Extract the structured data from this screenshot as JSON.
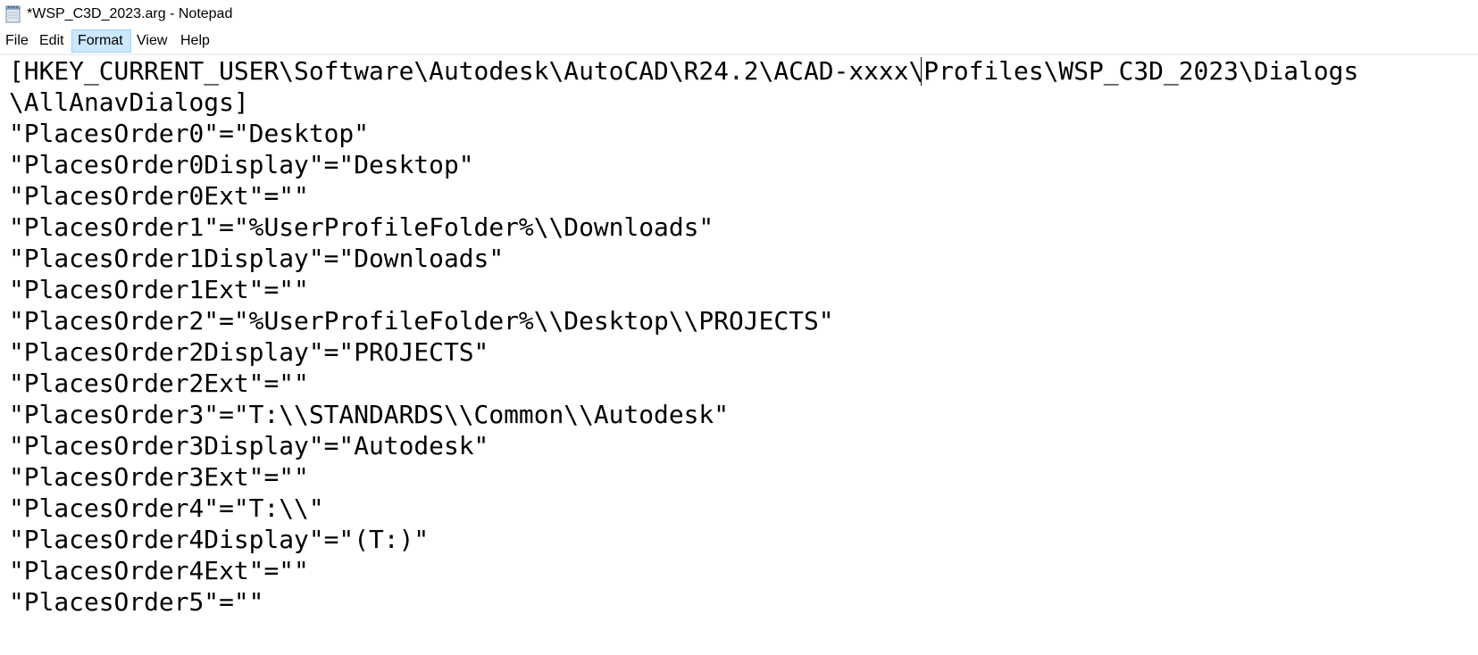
{
  "window": {
    "title": "*WSP_C3D_2023.arg - Notepad",
    "icon": "notepad-icon"
  },
  "menubar": {
    "items": [
      {
        "label": "File",
        "active": false
      },
      {
        "label": "Edit",
        "active": false
      },
      {
        "label": "Format",
        "active": true
      },
      {
        "label": "View",
        "active": false
      },
      {
        "label": "Help",
        "active": false
      }
    ],
    "highlight_color": "#cce8ff"
  },
  "editor": {
    "caret_after": "[HKEY_CURRENT_USER\\Software\\Autodesk\\AutoCAD\\R24.2\\ACAD-xxxx",
    "lines": [
      "[HKEY_CURRENT_USER\\Software\\Autodesk\\AutoCAD\\R24.2\\ACAD-xxxx\\Profiles\\WSP_C3D_2023\\Dialogs",
      "\\AllAnavDialogs]",
      "\"PlacesOrder0\"=\"Desktop\"",
      "\"PlacesOrder0Display\"=\"Desktop\"",
      "\"PlacesOrder0Ext\"=\"\"",
      "\"PlacesOrder1\"=\"%UserProfileFolder%\\\\Downloads\"",
      "\"PlacesOrder1Display\"=\"Downloads\"",
      "\"PlacesOrder1Ext\"=\"\"",
      "\"PlacesOrder2\"=\"%UserProfileFolder%\\\\Desktop\\\\PROJECTS\"",
      "\"PlacesOrder2Display\"=\"PROJECTS\"",
      "\"PlacesOrder2Ext\"=\"\"",
      "\"PlacesOrder3\"=\"T:\\\\STANDARDS\\\\Common\\\\Autodesk\"",
      "\"PlacesOrder3Display\"=\"Autodesk\"",
      "\"PlacesOrder3Ext\"=\"\"",
      "\"PlacesOrder4\"=\"T:\\\\\"",
      "\"PlacesOrder4Display\"=\"(T:)\"",
      "\"PlacesOrder4Ext\"=\"\"",
      "\"PlacesOrder5\"=\"\""
    ]
  }
}
